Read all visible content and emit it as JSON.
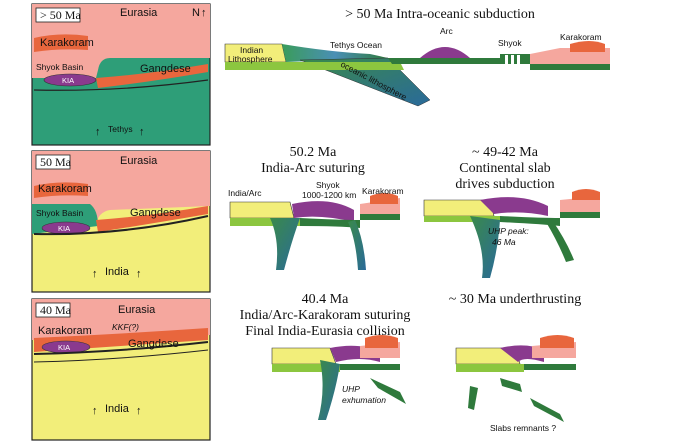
{
  "titles": {
    "p1": "> 50 Ma Intra-oceanic subduction",
    "p2a": "50.2 Ma",
    "p2b": "India-Arc suturing",
    "p3a": "~ 49-42 Ma",
    "p3b": "Continental slab",
    "p3c": "drives subduction",
    "p4a": "40.4 Ma",
    "p4b": "India/Arc-Karakoram suturing",
    "p4c": "Final India-Eurasia collision",
    "p5": "~ 30 Ma underthrusting"
  },
  "maps": {
    "m1": {
      "age": "> 50 Ma",
      "eurasia": "Eurasia",
      "north": "N",
      "karakoram": "Karakoram",
      "shyok": "Shyok Basin",
      "kia": "KIA",
      "gangdese": "Gangdese",
      "arrow": "Tethys"
    },
    "m2": {
      "age": "50 Ma",
      "eurasia": "Eurasia",
      "karakoram": "Karakoram",
      "shyok": "Shyok Basin",
      "kia": "KIA",
      "gangdese": "Gangdese",
      "arrow": "India"
    },
    "m3": {
      "age": "40 Ma",
      "eurasia": "Eurasia",
      "karakoram": "Karakoram",
      "kkf": "KKF(?)",
      "kia": "KIA",
      "gangdese": "Gangdese",
      "arrow": "India"
    }
  },
  "sections": {
    "s1": {
      "indian": "Indian",
      "lith": "Lithosphere",
      "tethys": "Tethys Ocean",
      "arc": "Arc",
      "shyok": "Shyok",
      "karakoram": "Karakoram",
      "oceanic": "oceanic lithosphere"
    },
    "s2": {
      "indiaarc": "India/Arc",
      "shyok": "Shyok",
      "dist": "1000-1200 km",
      "karakoram": "Karakoram"
    },
    "s3": {
      "uhp1": "UHP peak:",
      "uhp2": "46 Ma"
    },
    "s4": {
      "uhp1": "UHP",
      "uhp2": "exhumation"
    },
    "s5": {
      "remnants": "Slabs remnants ?"
    }
  },
  "colors": {
    "eurasia": "#f5a79e",
    "ocean": "#2e9e78",
    "india": "#f2ee7a",
    "karakoram": "#e8663d",
    "kia": "#8a3a8e",
    "arc": "#8a3a8e",
    "slab": "#2f7a3c",
    "lith_green": "#8cc63f"
  }
}
